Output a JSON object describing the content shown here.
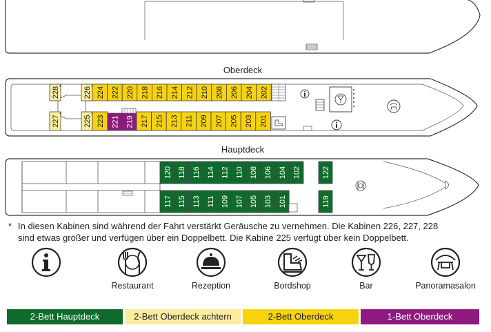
{
  "decks": {
    "oberdeck_title": "Oberdeck",
    "hauptdeck_title": "Hauptdeck"
  },
  "cabins": {
    "oberdeck_top_narrow": [
      "228",
      "226"
    ],
    "oberdeck_top_narrow_star": [
      "*",
      "*"
    ],
    "oberdeck_top": [
      "224",
      "222",
      "220",
      "218",
      "216",
      "214",
      "212",
      "210",
      "208",
      "206",
      "204",
      "202"
    ],
    "oberdeck_bottom_narrow": [
      "227",
      "225"
    ],
    "oberdeck_bottom_narrow_star": [
      "*",
      "*"
    ],
    "oberdeck_bottom_aft": [
      "223"
    ],
    "oberdeck_single": [
      "221",
      "219"
    ],
    "oberdeck_bottom": [
      "217",
      "215",
      "213",
      "211",
      "209",
      "207",
      "205",
      "203",
      "201"
    ],
    "hauptdeck_top": [
      "120",
      "118",
      "116",
      "114",
      "112",
      "110",
      "108",
      "106",
      "104",
      "102"
    ],
    "hauptdeck_top_fwd": [
      "122"
    ],
    "hauptdeck_bottom": [
      "117",
      "115",
      "113",
      "111",
      "109",
      "107",
      "105",
      "103",
      "101"
    ],
    "hauptdeck_bottom_fwd": [
      "119"
    ]
  },
  "note": {
    "star": "*",
    "line1": "In diesen Kabinen sind während der Fahrt verstärkt Geräusche zu vernehmen. Die Kabinen 226, 227, 228",
    "line2": "sind etwas größer und verfügen über ein Doppelbett. Die Kabine 225 verfügt über kein Doppelbett."
  },
  "legend": {
    "items": [
      {
        "icon": "info-icon",
        "label": ""
      },
      {
        "icon": "restaurant-icon",
        "label": "Restaurant"
      },
      {
        "icon": "reception-bell-icon",
        "label": "Rezeption"
      },
      {
        "icon": "bordshop-icon",
        "label": "Bordshop"
      },
      {
        "icon": "bar-glasses-icon",
        "label": "Bar"
      },
      {
        "icon": "panorama-salon-icon",
        "label": "Panoramasalon"
      }
    ]
  },
  "categories": [
    {
      "label": "2-Bett Hauptdeck",
      "color": "#0f6b2c",
      "text_color": "#ffffff"
    },
    {
      "label": "2-Bett Oberdeck achtern",
      "color": "#fbeca0",
      "text_color": "#222222"
    },
    {
      "label": "2-Bett Oberdeck",
      "color": "#f6d20f",
      "text_color": "#222222"
    },
    {
      "label": "1-Bett Oberdeck",
      "color": "#8e1a7d",
      "text_color": "#ffffff"
    }
  ]
}
